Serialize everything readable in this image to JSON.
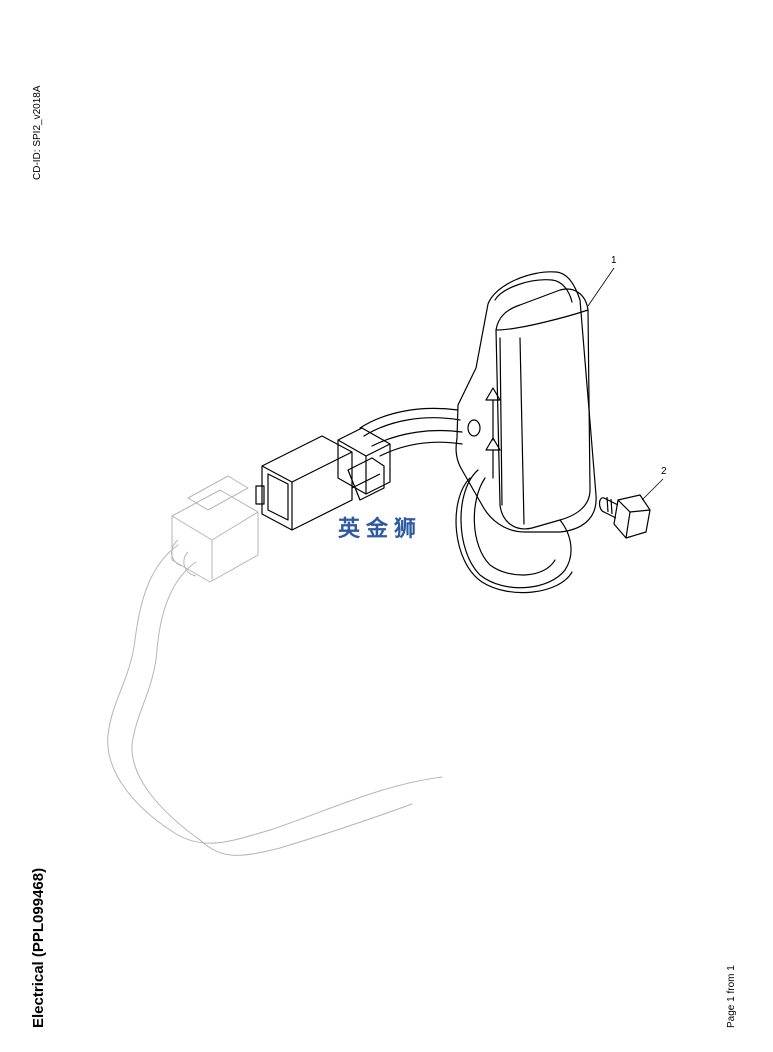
{
  "header": {
    "cd_id": "CD-ID: SPI2_v2018A"
  },
  "document": {
    "title": "Electrical (PPL099468)",
    "page_indicator": "Page 1 from 1"
  },
  "callouts": {
    "item_1": "1",
    "item_2": "2"
  },
  "watermark": {
    "text": "英金狮",
    "color": "#2d5aa0"
  },
  "colors": {
    "line": "#000000",
    "ghost_line": "#b5b5b5"
  }
}
